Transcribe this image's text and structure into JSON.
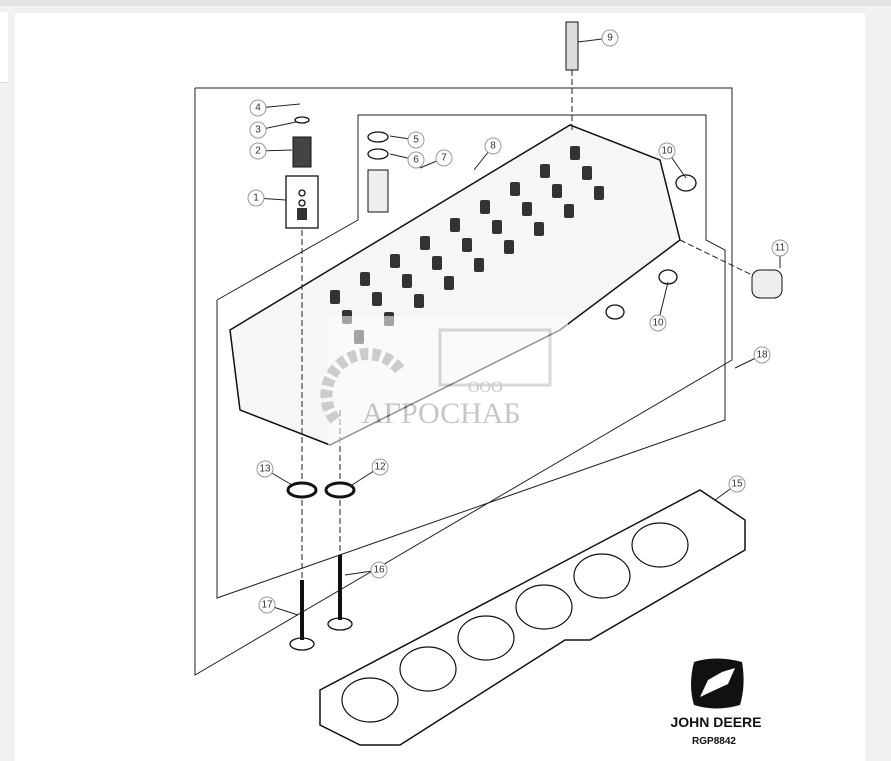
{
  "diagram": {
    "callouts": [
      "4",
      "3",
      "2",
      "1",
      "5",
      "6",
      "7",
      "8",
      "9",
      "10",
      "11",
      "10",
      "18",
      "13",
      "12",
      "15",
      "16",
      "17"
    ],
    "watermark": {
      "prefix": "ООО",
      "name": "АГРОСНАБ"
    },
    "brand": {
      "name": "JOHN DEERE",
      "code": "RGP8842"
    },
    "colors": {
      "line": "#111111",
      "watermark": "#bdbdbd",
      "background": "#ffffff"
    }
  }
}
